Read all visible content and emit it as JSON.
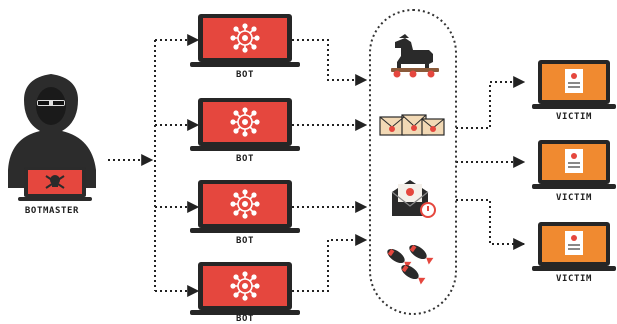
{
  "labels": {
    "botmaster": "BOTMASTER",
    "bot": "BOT",
    "victim": "VICTIM"
  },
  "colors": {
    "bot_screen": "#e5473e",
    "victim_screen": "#f08a30",
    "laptop_dark": "#262626",
    "dotted_line": "#222222",
    "attack_group_border": "#333333"
  },
  "nodes": {
    "botmaster": {
      "label_key": "botmaster"
    },
    "bots": [
      {
        "label_key": "bot"
      },
      {
        "label_key": "bot"
      },
      {
        "label_key": "bot"
      },
      {
        "label_key": "bot"
      }
    ],
    "attacks": [
      {
        "icon": "trojan-horse-icon"
      },
      {
        "icon": "spam-email-icon"
      },
      {
        "icon": "phishing-email-icon"
      },
      {
        "icon": "malware-bombs-icon"
      }
    ],
    "victims": [
      {
        "label_key": "victim"
      },
      {
        "label_key": "victim"
      },
      {
        "label_key": "victim"
      }
    ]
  }
}
